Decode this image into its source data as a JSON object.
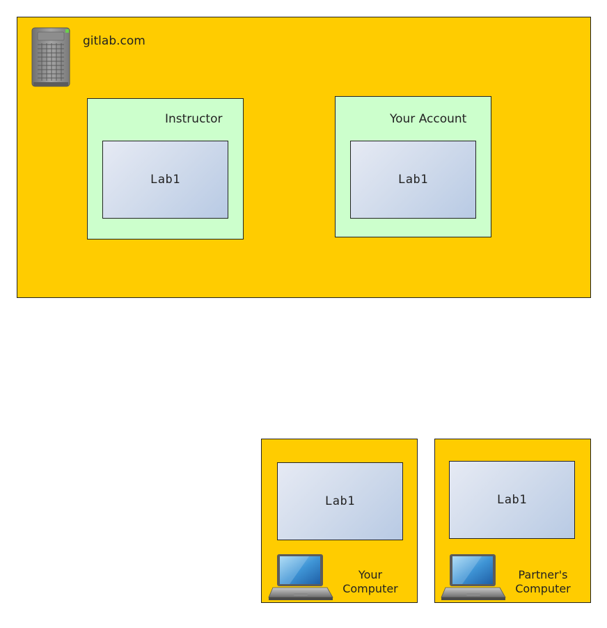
{
  "server": {
    "label": "gitlab.com",
    "icon": "server-icon"
  },
  "instructor": {
    "label": "Instructor",
    "repo": "Lab1"
  },
  "your_account": {
    "label": "Your Account",
    "repo": "Lab1"
  },
  "your_computer": {
    "label_line1": "Your",
    "label_line2": "Computer",
    "repo": "Lab1",
    "icon": "laptop-icon"
  },
  "partner_computer": {
    "label_line1": "Partner's",
    "label_line2": "Computer",
    "repo": "Lab1",
    "icon": "laptop-icon"
  },
  "colors": {
    "container": "#ffcc00",
    "account": "#ccffcc",
    "repo_gradient_start": "#e6eaf4",
    "repo_gradient_end": "#b8cae4"
  }
}
